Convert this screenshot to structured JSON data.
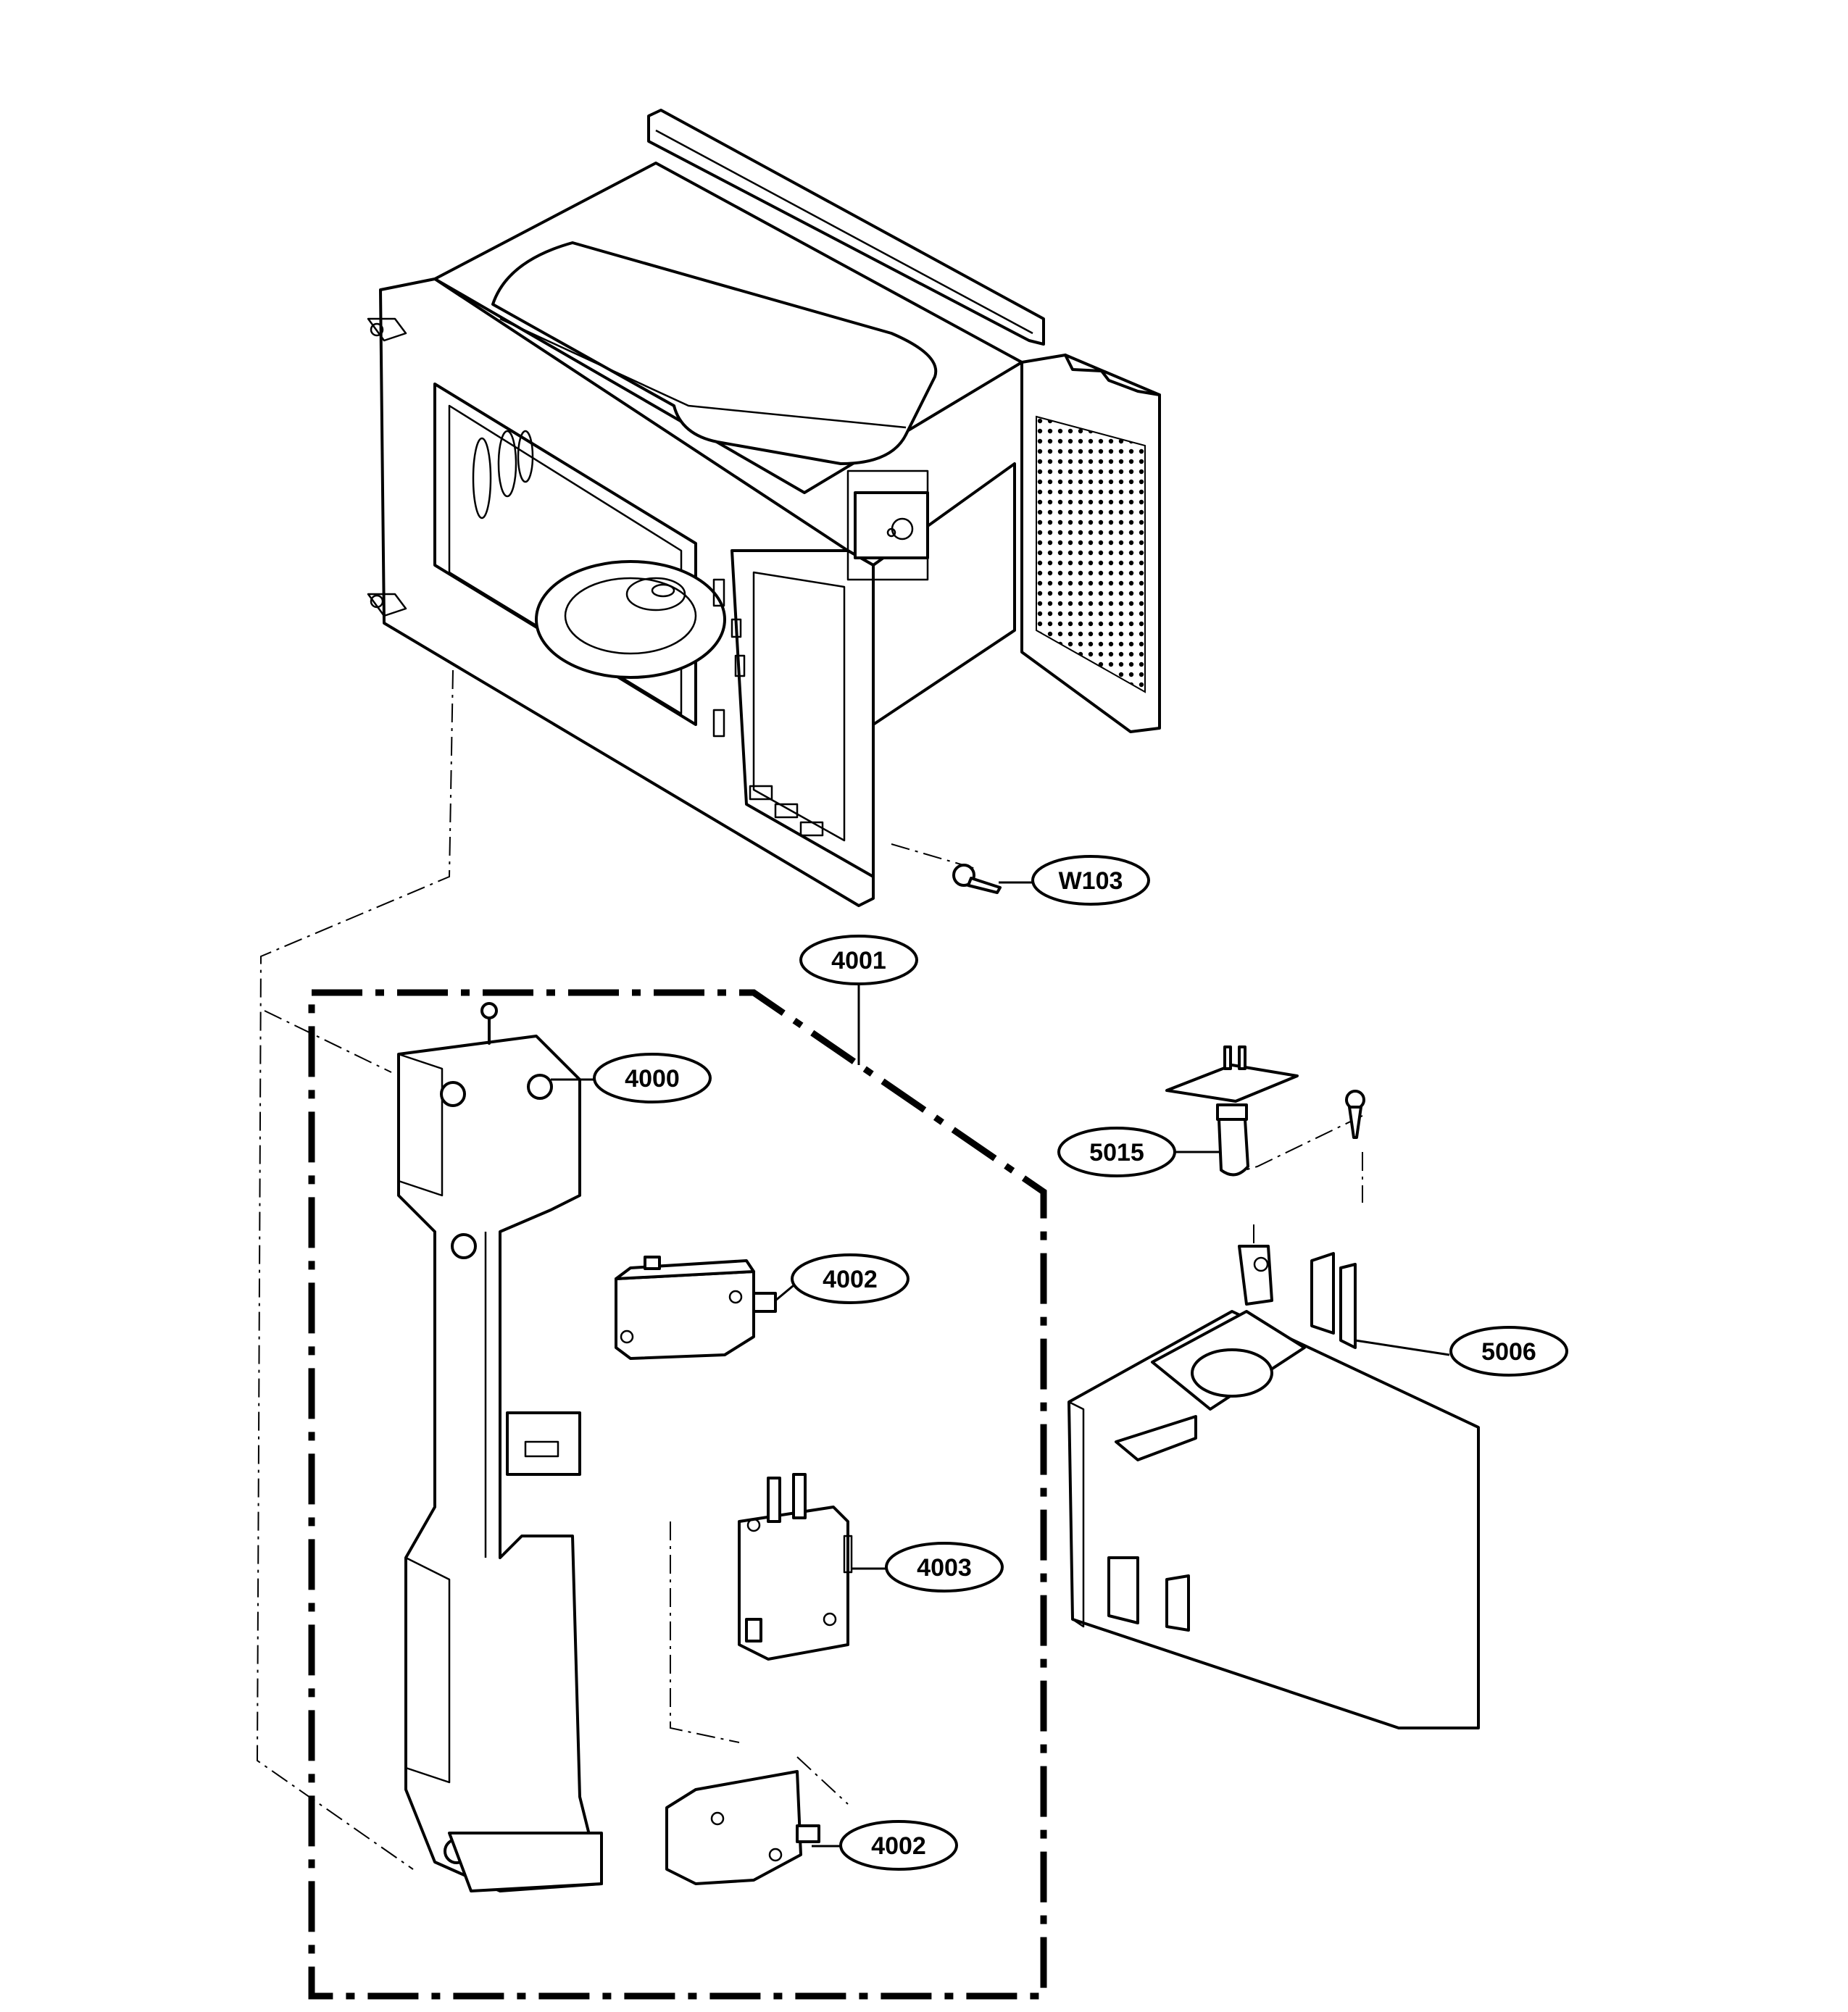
{
  "callouts": [
    {
      "id": "W103",
      "label": "W103"
    },
    {
      "id": "4001",
      "label": "4001"
    },
    {
      "id": "4000",
      "label": "4000"
    },
    {
      "id": "4002a",
      "label": "4002"
    },
    {
      "id": "4003",
      "label": "4003"
    },
    {
      "id": "4002b",
      "label": "4002"
    },
    {
      "id": "5015",
      "label": "5015"
    },
    {
      "id": "5006",
      "label": "5006"
    }
  ]
}
